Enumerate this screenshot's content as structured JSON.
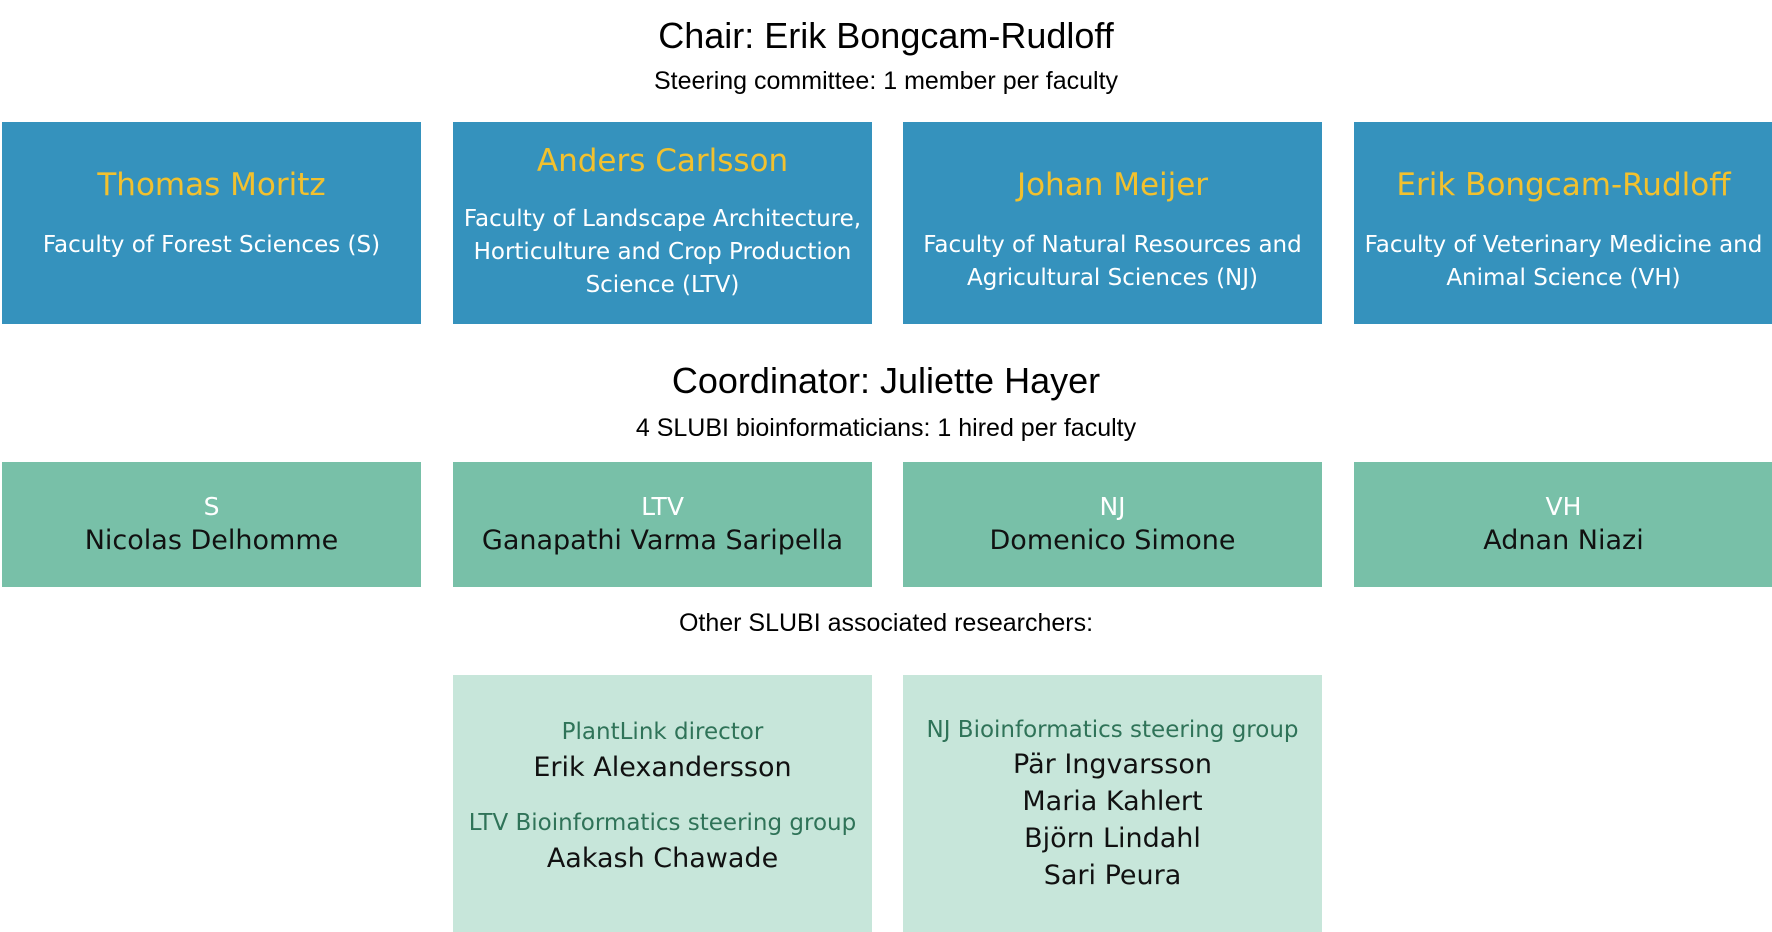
{
  "chair": {
    "title": "Chair: Erik Bongcam-Rudloff",
    "subtitle": "Steering committee: 1 member per faculty"
  },
  "faculties": [
    {
      "name": "Thomas Moritz",
      "faculty": "Faculty of Forest Sciences (S)"
    },
    {
      "name": "Anders Carlsson",
      "faculty": "Faculty of Landscape Architecture, Horticulture and Crop Production Science (LTV)"
    },
    {
      "name": "Johan Meijer",
      "faculty": "Faculty of Natural Resources and Agricultural Sciences (NJ)"
    },
    {
      "name": "Erik Bongcam-Rudloff",
      "faculty": "Faculty of Veterinary Medicine and Animal Science (VH)"
    }
  ],
  "coordinator": {
    "title": "Coordinator: Juliette Hayer",
    "subtitle": "4 SLUBI bioinformaticians: 1 hired per faculty"
  },
  "bioinformaticians": [
    {
      "code": "S",
      "name": "Nicolas Delhomme"
    },
    {
      "code": "LTV",
      "name": "Ganapathi Varma Saripella"
    },
    {
      "code": "NJ",
      "name": "Domenico Simone"
    },
    {
      "code": "VH",
      "name": "Adnan Niazi"
    }
  ],
  "other": {
    "title": "Other SLUBI associated researchers:",
    "plantlink_title": "PlantLink director",
    "plantlink_person": "Erik Alexandersson",
    "ltv_title": "LTV Bioinformatics steering group",
    "ltv_person": "Aakash Chawade",
    "nj_title": "NJ Bioinformatics steering group",
    "nj_people": [
      "Pär Ingvarsson",
      "Maria Kahlert",
      "Björn Lindahl",
      "Sari Peura"
    ]
  },
  "colors": {
    "faculty_box": "#3592bd",
    "faculty_name": "#f2c12e",
    "bioinformatician_box": "#78c0a8",
    "associated_box": "#c7e6da",
    "associated_title": "#2f7358"
  }
}
